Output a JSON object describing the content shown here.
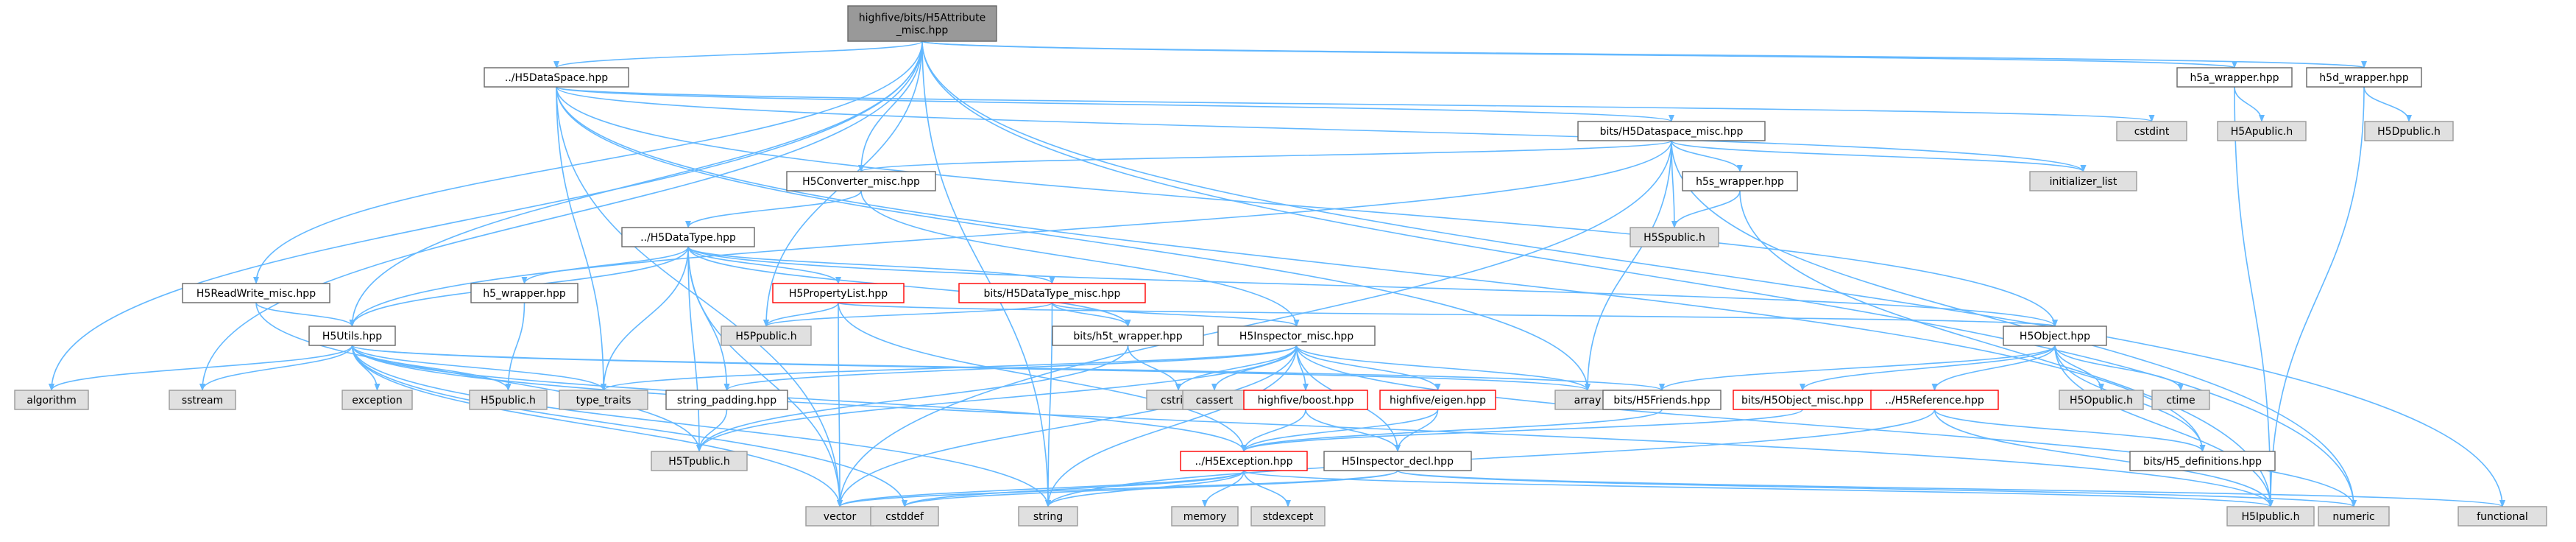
{
  "title": "highfive/bits/H5Attribute_misc.hpp",
  "colors": {
    "edge": "#63b8ff",
    "root_fill": "#999999",
    "root_stroke": "#666666",
    "doc_fill": "#ffffff",
    "doc_stroke": "#666666",
    "sys_fill": "#e0e0e0",
    "sys_stroke": "#999999",
    "incomplete_stroke": "#ff0000"
  },
  "nodes": [
    {
      "id": "root",
      "lines": [
        "highfive/bits/H5Attribute",
        "_misc.hpp"
      ],
      "kind": "root"
    },
    {
      "id": "dataspace",
      "lines": [
        "../H5DataSpace.hpp"
      ],
      "kind": "doc"
    },
    {
      "id": "h5a_wrapper",
      "lines": [
        "h5a_wrapper.hpp"
      ],
      "kind": "doc"
    },
    {
      "id": "h5d_wrapper",
      "lines": [
        "h5d_wrapper.hpp"
      ],
      "kind": "doc"
    },
    {
      "id": "h5apublic",
      "lines": [
        "H5Apublic.h"
      ],
      "kind": "sys"
    },
    {
      "id": "h5dpublic",
      "lines": [
        "H5Dpublic.h"
      ],
      "kind": "sys"
    },
    {
      "id": "cstdint",
      "lines": [
        "cstdint"
      ],
      "kind": "sys"
    },
    {
      "id": "dataspace_misc",
      "lines": [
        "bits/H5Dataspace_misc.hpp"
      ],
      "kind": "doc"
    },
    {
      "id": "initializer_list",
      "lines": [
        "initializer_list"
      ],
      "kind": "sys"
    },
    {
      "id": "converter_misc",
      "lines": [
        "H5Converter_misc.hpp"
      ],
      "kind": "doc"
    },
    {
      "id": "h5s_wrapper",
      "lines": [
        "h5s_wrapper.hpp"
      ],
      "kind": "doc"
    },
    {
      "id": "h5spublic",
      "lines": [
        "H5Spublic.h"
      ],
      "kind": "sys"
    },
    {
      "id": "datatype",
      "lines": [
        "../H5DataType.hpp"
      ],
      "kind": "doc"
    },
    {
      "id": "readwrite_misc",
      "lines": [
        "H5ReadWrite_misc.hpp"
      ],
      "kind": "doc"
    },
    {
      "id": "h5_wrapper",
      "lines": [
        "h5_wrapper.hpp"
      ],
      "kind": "doc"
    },
    {
      "id": "propertylist",
      "lines": [
        "H5PropertyList.hpp"
      ],
      "kind": "incomplete"
    },
    {
      "id": "datatype_misc",
      "lines": [
        "bits/H5DataType_misc.hpp"
      ],
      "kind": "incomplete"
    },
    {
      "id": "h5ppublic",
      "lines": [
        "H5Ppublic.h"
      ],
      "kind": "sys"
    },
    {
      "id": "h5t_wrapper",
      "lines": [
        "bits/h5t_wrapper.hpp"
      ],
      "kind": "doc"
    },
    {
      "id": "inspector_misc",
      "lines": [
        "H5Inspector_misc.hpp"
      ],
      "kind": "doc"
    },
    {
      "id": "h5object",
      "lines": [
        "H5Object.hpp"
      ],
      "kind": "doc"
    },
    {
      "id": "h5utils",
      "lines": [
        "H5Utils.hpp"
      ],
      "kind": "doc"
    },
    {
      "id": "algorithm",
      "lines": [
        "algorithm"
      ],
      "kind": "sys"
    },
    {
      "id": "sstream",
      "lines": [
        "sstream"
      ],
      "kind": "sys"
    },
    {
      "id": "exception",
      "lines": [
        "exception"
      ],
      "kind": "sys"
    },
    {
      "id": "h5public",
      "lines": [
        "H5public.h"
      ],
      "kind": "sys"
    },
    {
      "id": "type_traits",
      "lines": [
        "type_traits"
      ],
      "kind": "sys"
    },
    {
      "id": "string_padding",
      "lines": [
        "string_padding.hpp"
      ],
      "kind": "doc"
    },
    {
      "id": "cstring",
      "lines": [
        "cstring"
      ],
      "kind": "sys"
    },
    {
      "id": "cassert",
      "lines": [
        "cassert"
      ],
      "kind": "sys"
    },
    {
      "id": "boost",
      "lines": [
        "highfive/boost.hpp"
      ],
      "kind": "incomplete"
    },
    {
      "id": "eigen",
      "lines": [
        "highfive/eigen.hpp"
      ],
      "kind": "incomplete"
    },
    {
      "id": "array",
      "lines": [
        "array"
      ],
      "kind": "sys"
    },
    {
      "id": "h5friends",
      "lines": [
        "bits/H5Friends.hpp"
      ],
      "kind": "doc"
    },
    {
      "id": "h5object_misc",
      "lines": [
        "bits/H5Object_misc.hpp"
      ],
      "kind": "incomplete"
    },
    {
      "id": "h5reference",
      "lines": [
        "../H5Reference.hpp"
      ],
      "kind": "incomplete"
    },
    {
      "id": "h5opublic",
      "lines": [
        "H5Opublic.h"
      ],
      "kind": "sys"
    },
    {
      "id": "ctime",
      "lines": [
        "ctime"
      ],
      "kind": "sys"
    },
    {
      "id": "h5tpublic",
      "lines": [
        "H5Tpublic.h"
      ],
      "kind": "sys"
    },
    {
      "id": "h5exception",
      "lines": [
        "../H5Exception.hpp"
      ],
      "kind": "incomplete"
    },
    {
      "id": "inspector_decl",
      "lines": [
        "H5Inspector_decl.hpp"
      ],
      "kind": "doc"
    },
    {
      "id": "h5_definitions",
      "lines": [
        "bits/H5_definitions.hpp"
      ],
      "kind": "doc"
    },
    {
      "id": "vector",
      "lines": [
        "vector"
      ],
      "kind": "sys"
    },
    {
      "id": "cstddef",
      "lines": [
        "cstddef"
      ],
      "kind": "sys"
    },
    {
      "id": "memory",
      "lines": [
        "memory"
      ],
      "kind": "sys"
    },
    {
      "id": "stdexcept",
      "lines": [
        "stdexcept"
      ],
      "kind": "sys"
    },
    {
      "id": "string",
      "lines": [
        "string"
      ],
      "kind": "sys"
    },
    {
      "id": "h5ipublic",
      "lines": [
        "H5Ipublic.h"
      ],
      "kind": "sys"
    },
    {
      "id": "numeric",
      "lines": [
        "numeric"
      ],
      "kind": "sys"
    },
    {
      "id": "functional",
      "lines": [
        "functional"
      ],
      "kind": "sys"
    }
  ],
  "edges": [
    [
      "root",
      "dataspace"
    ],
    [
      "root",
      "h5a_wrapper"
    ],
    [
      "root",
      "h5d_wrapper"
    ],
    [
      "root",
      "converter_misc"
    ],
    [
      "root",
      "readwrite_misc"
    ],
    [
      "root",
      "h5utils"
    ],
    [
      "root",
      "h5ppublic"
    ],
    [
      "root",
      "algorithm"
    ],
    [
      "root",
      "sstream"
    ],
    [
      "root",
      "string"
    ],
    [
      "root",
      "numeric"
    ],
    [
      "root",
      "functional"
    ],
    [
      "dataspace",
      "dataspace_misc"
    ],
    [
      "dataspace",
      "cstdint"
    ],
    [
      "dataspace",
      "initializer_list"
    ],
    [
      "dataspace",
      "h5object"
    ],
    [
      "dataspace",
      "array"
    ],
    [
      "dataspace",
      "vector"
    ],
    [
      "dataspace",
      "type_traits"
    ],
    [
      "dataspace",
      "h5_definitions"
    ],
    [
      "h5a_wrapper",
      "h5apublic"
    ],
    [
      "h5a_wrapper",
      "h5ipublic"
    ],
    [
      "h5d_wrapper",
      "h5dpublic"
    ],
    [
      "h5d_wrapper",
      "h5ipublic"
    ],
    [
      "dataspace_misc",
      "initializer_list"
    ],
    [
      "dataspace_misc",
      "h5s_wrapper"
    ],
    [
      "dataspace_misc",
      "h5spublic"
    ],
    [
      "dataspace_misc",
      "array"
    ],
    [
      "dataspace_misc",
      "converter_misc"
    ],
    [
      "dataspace_misc",
      "h5utils"
    ],
    [
      "dataspace_misc",
      "numeric"
    ],
    [
      "dataspace_misc",
      "vector"
    ],
    [
      "h5s_wrapper",
      "h5spublic"
    ],
    [
      "h5s_wrapper",
      "h5ipublic"
    ],
    [
      "converter_misc",
      "datatype"
    ],
    [
      "converter_misc",
      "inspector_misc"
    ],
    [
      "datatype",
      "h5_wrapper"
    ],
    [
      "datatype",
      "propertylist"
    ],
    [
      "datatype",
      "datatype_misc"
    ],
    [
      "datatype",
      "h5utils"
    ],
    [
      "datatype",
      "h5object"
    ],
    [
      "datatype",
      "h5t_wrapper"
    ],
    [
      "datatype",
      "string_padding"
    ],
    [
      "datatype",
      "type_traits"
    ],
    [
      "datatype",
      "h5tpublic"
    ],
    [
      "datatype",
      "vector"
    ],
    [
      "h5_wrapper",
      "h5public"
    ],
    [
      "propertylist",
      "h5ppublic"
    ],
    [
      "propertylist",
      "h5exception"
    ],
    [
      "propertylist",
      "vector"
    ],
    [
      "propertylist",
      "h5object"
    ],
    [
      "datatype_misc",
      "h5ppublic"
    ],
    [
      "datatype_misc",
      "h5t_wrapper"
    ],
    [
      "datatype_misc",
      "string"
    ],
    [
      "datatype_misc",
      "inspector_misc"
    ],
    [
      "h5t_wrapper",
      "cstring"
    ],
    [
      "h5t_wrapper",
      "h5tpublic"
    ],
    [
      "readwrite_misc",
      "h5utils"
    ],
    [
      "readwrite_misc",
      "h5tpublic"
    ],
    [
      "h5utils",
      "algorithm"
    ],
    [
      "h5utils",
      "sstream"
    ],
    [
      "h5utils",
      "exception"
    ],
    [
      "h5utils",
      "h5public"
    ],
    [
      "h5utils",
      "type_traits"
    ],
    [
      "h5utils",
      "array"
    ],
    [
      "h5utils",
      "h5friends"
    ],
    [
      "h5utils",
      "h5exception"
    ],
    [
      "h5utils",
      "vector"
    ],
    [
      "h5utils",
      "cstddef"
    ],
    [
      "h5utils",
      "string"
    ],
    [
      "h5utils",
      "h5ipublic"
    ],
    [
      "inspector_misc",
      "string_padding"
    ],
    [
      "inspector_misc",
      "cstring"
    ],
    [
      "inspector_misc",
      "cassert"
    ],
    [
      "inspector_misc",
      "boost"
    ],
    [
      "inspector_misc",
      "eigen"
    ],
    [
      "inspector_misc",
      "array"
    ],
    [
      "inspector_misc",
      "type_traits"
    ],
    [
      "inspector_misc",
      "h5tpublic"
    ],
    [
      "inspector_misc",
      "inspector_decl"
    ],
    [
      "inspector_misc",
      "string"
    ],
    [
      "inspector_misc",
      "vector"
    ],
    [
      "inspector_misc",
      "numeric"
    ],
    [
      "string_padding",
      "h5tpublic"
    ],
    [
      "boost",
      "h5exception"
    ],
    [
      "boost",
      "inspector_decl"
    ],
    [
      "eigen",
      "h5exception"
    ],
    [
      "eigen",
      "inspector_decl"
    ],
    [
      "h5object",
      "h5friends"
    ],
    [
      "h5object",
      "h5object_misc"
    ],
    [
      "h5object",
      "h5reference"
    ],
    [
      "h5object",
      "h5opublic"
    ],
    [
      "h5object",
      "ctime"
    ],
    [
      "h5object",
      "h5ipublic"
    ],
    [
      "h5object",
      "h5_definitions"
    ],
    [
      "h5reference",
      "h5_definitions"
    ],
    [
      "h5reference",
      "h5ipublic"
    ],
    [
      "h5reference",
      "string"
    ],
    [
      "h5object_misc",
      "h5exception"
    ],
    [
      "h5exception",
      "vector"
    ],
    [
      "h5exception",
      "memory"
    ],
    [
      "h5exception",
      "stdexcept"
    ],
    [
      "h5exception",
      "string"
    ],
    [
      "h5exception",
      "h5ipublic"
    ],
    [
      "h5exception",
      "cstddef"
    ],
    [
      "inspector_decl",
      "vector"
    ],
    [
      "inspector_decl",
      "cstddef"
    ],
    [
      "inspector_decl",
      "numeric"
    ],
    [
      "inspector_decl",
      "functional"
    ],
    [
      "h5friends",
      "h5exception"
    ]
  ]
}
